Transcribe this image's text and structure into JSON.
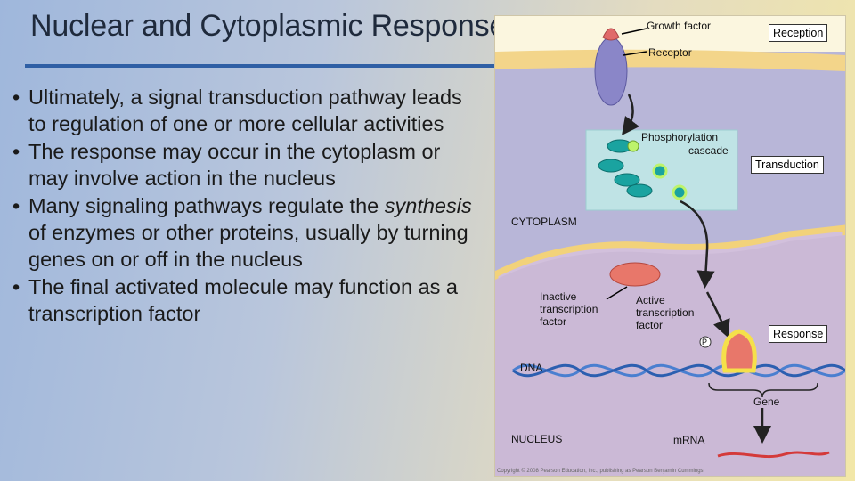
{
  "slide": {
    "title": "Nuclear and Cytoplasmic Responses",
    "bullets": [
      {
        "text": "Ultimately, a signal transduction pathway leads to regulation of one or more cellular activities"
      },
      {
        "text": "The response may occur in the cytoplasm or may involve action in the nucleus"
      },
      {
        "before": "Many signaling pathways regulate the ",
        "italic": "synthesis",
        "after": " of enzymes or other proteins, usually by turning genes on or off in the nucleus"
      },
      {
        "text": "The final activated molecule may function as a transcription factor"
      }
    ]
  },
  "figure": {
    "growth_factor": "Growth factor",
    "receptor": "Receptor",
    "reception": "Reception",
    "phosphorylation_1": "Phosphorylation",
    "phosphorylation_2": "cascade",
    "transduction": "Transduction",
    "cytoplasm": "CYTOPLASM",
    "inactive_1": "Inactive",
    "inactive_2": "transcription",
    "inactive_3": "factor",
    "active_1": "Active",
    "active_2": "transcription",
    "active_3": "factor",
    "phosphate": "P",
    "response": "Response",
    "dna": "DNA",
    "gene": "Gene",
    "nucleus": "NUCLEUS",
    "mrna": "mRNA",
    "copyright": "Copyright © 2008 Pearson Education, Inc., publishing as Pearson Benjamin Cummings."
  },
  "colors": {
    "title_rule": "#2f5fa5",
    "cytoplasm": "#b8b6d8",
    "membrane": "#f3d58a",
    "cascade_box": "#bfe3e5",
    "receptor": "#8a86c8",
    "growth_factor": "#e06a6a",
    "kinase": "#1aa3a0",
    "transcription_factor": "#e8776a",
    "dna": "#4a7fd0",
    "mrna": "#d43a3a"
  }
}
